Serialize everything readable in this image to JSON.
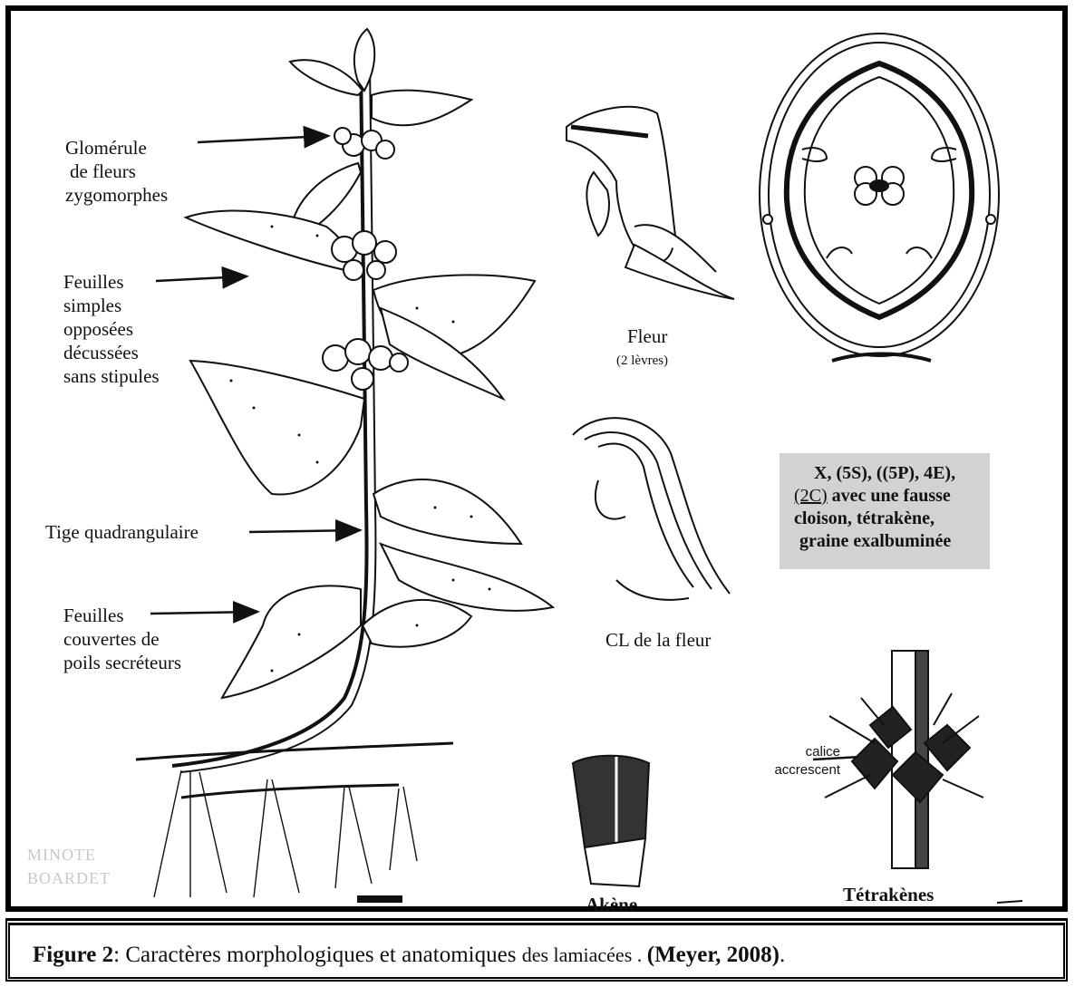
{
  "labels": {
    "glomerule_l1": "Glomérule",
    "glomerule_l2": "de fleurs",
    "glomerule_l3": "zygomorphes",
    "feuilles1_l1": "Feuilles",
    "feuilles1_l2": "simples",
    "feuilles1_l3": "opposées",
    "feuilles1_l4": "décussées",
    "feuilles1_l5": "sans stipules",
    "tige": "Tige quadrangulaire",
    "feuilles2_l1": "Feuilles",
    "feuilles2_l2": "couvertes de",
    "feuilles2_l3": "poils secréteurs",
    "fleur": "Fleur",
    "fleur_sub": "(2 lèvres)",
    "cl_fleur": "CL de la fleur",
    "calice_l1": "calice",
    "calice_l2": "accrescent",
    "akene": "Akène",
    "tetrakenes": "Tétrakènes",
    "watermark_l1": "MINOTE",
    "watermark_l2": "BOARDET"
  },
  "formula": {
    "line1": "X, (5S), ((5P), 4E),",
    "line2_a": "(2C)",
    "line2_b": " avec une fausse",
    "line3": "cloison,  tétrakène,",
    "line4": "graine exalbuminée"
  },
  "caption": {
    "figure": "Figure 2",
    "sep": ": ",
    "text_a": "Caractères morphologiques et anatomiques ",
    "text_b": "des lamiacées . ",
    "ref": "(Meyer, 2008)",
    "end": "."
  }
}
